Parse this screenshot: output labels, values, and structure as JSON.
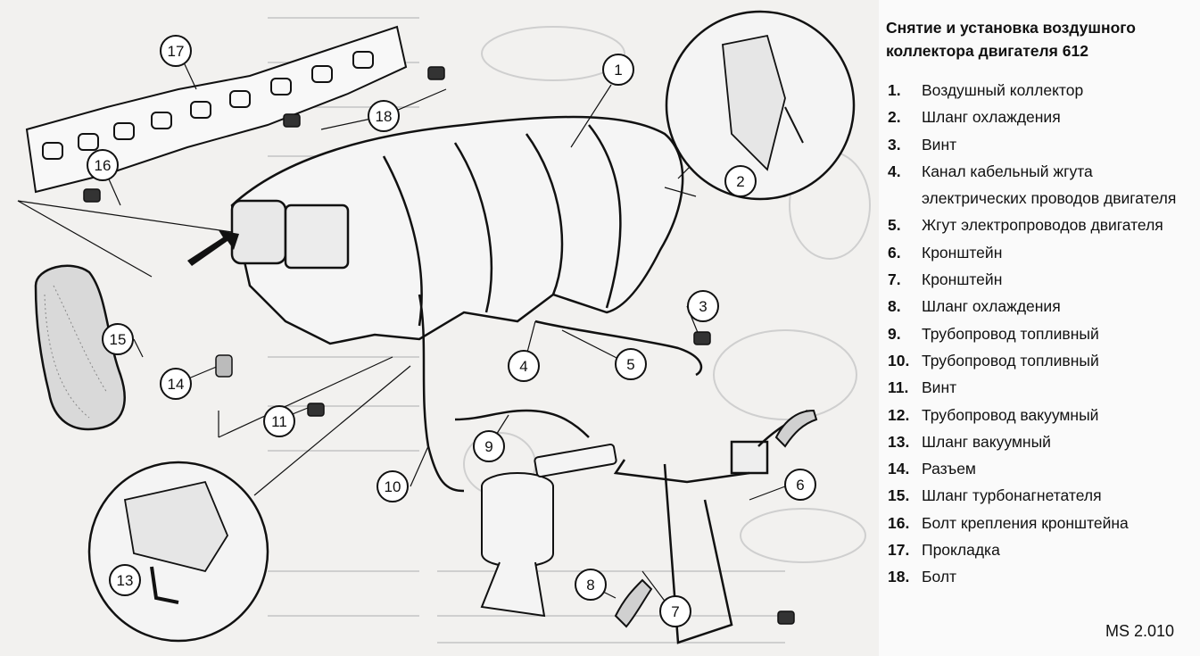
{
  "legend": {
    "title": "Снятие и установка воздушного коллектора двигателя 612",
    "items": [
      {
        "num": "1.",
        "text": "Воздушный коллектор"
      },
      {
        "num": "2.",
        "text": "Шланг охлаждения"
      },
      {
        "num": "3.",
        "text": "Винт"
      },
      {
        "num": "4.",
        "text": "Канал кабельный жгута электрических проводов двигателя"
      },
      {
        "num": "5.",
        "text": "Жгут электропроводов двигателя"
      },
      {
        "num": "6.",
        "text": "Кронштейн"
      },
      {
        "num": "7.",
        "text": "Кронштейн"
      },
      {
        "num": "8.",
        "text": "Шланг охлаждения"
      },
      {
        "num": "9.",
        "text": "Трубопровод топливный"
      },
      {
        "num": "10.",
        "text": "Трубопровод топливный"
      },
      {
        "num": "11.",
        "text": "Винт"
      },
      {
        "num": "12.",
        "text": "Трубопровод вакуумный"
      },
      {
        "num": "13.",
        "text": "Шланг вакуумный"
      },
      {
        "num": "14.",
        "text": "Разъем"
      },
      {
        "num": "15.",
        "text": "Шланг турбонагнетателя"
      },
      {
        "num": "16.",
        "text": "Болт крепления кронштейна"
      },
      {
        "num": "17.",
        "text": "Прокладка"
      },
      {
        "num": "18.",
        "text": "Болт"
      }
    ],
    "figure_code": "MS 2.010"
  },
  "callouts": [
    "1",
    "2",
    "3",
    "4",
    "5",
    "6",
    "7",
    "8",
    "9",
    "10",
    "11",
    "13",
    "14",
    "15",
    "16",
    "17",
    "18"
  ]
}
